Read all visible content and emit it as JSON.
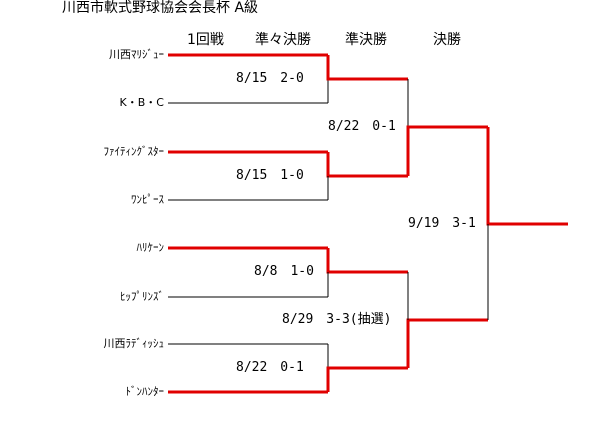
{
  "title": "川西市軟式野球協会会長杯 A級",
  "headers": {
    "round1": "1回戦",
    "quarterfinal": "準々決勝",
    "semifinal": "準決勝",
    "final": "決勝"
  },
  "teams": [
    "川西ﾏﾘｼﾞｭｰ",
    "K・B・C",
    "ﾌｧｲﾃｨﾝｸﾞｽﾀｰ",
    "ﾜﾝﾋﾟｰｽ",
    "ﾊﾘｹｰﾝ",
    "ﾋｯﾌﾟﾘﾝｽﾞ",
    "川西ﾗﾃﾞｨｯｼｭ",
    "ﾄﾞﾝﾊﾝﾀｰ"
  ],
  "results": {
    "qf1": "8/15　2-0",
    "qf2": "8/15　1-0",
    "qf3": "8/8　1-0",
    "qf4": "8/22　0-1",
    "sf1": "8/22　0-1",
    "sf2": "8/29　3-3(抽選)",
    "final": "9/19　3-1"
  },
  "colors": {
    "winner_line": "#e00000",
    "loser_line": "#000000"
  }
}
